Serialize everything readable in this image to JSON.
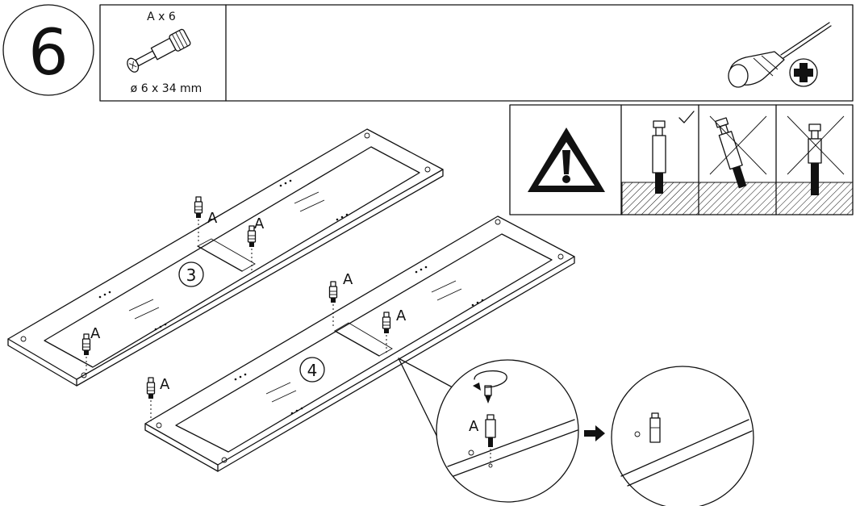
{
  "step": {
    "number": "6"
  },
  "parts": {
    "quantity_label": "A x 6",
    "size_label": "ø 6 x 34 mm"
  },
  "tools": {
    "screwdriver": "phillips-screwdriver-icon"
  },
  "callouts": {
    "part_label": "A",
    "board_3": "3",
    "board_4": "4"
  },
  "colors": {
    "ink": "#111111",
    "paper": "#ffffff"
  }
}
